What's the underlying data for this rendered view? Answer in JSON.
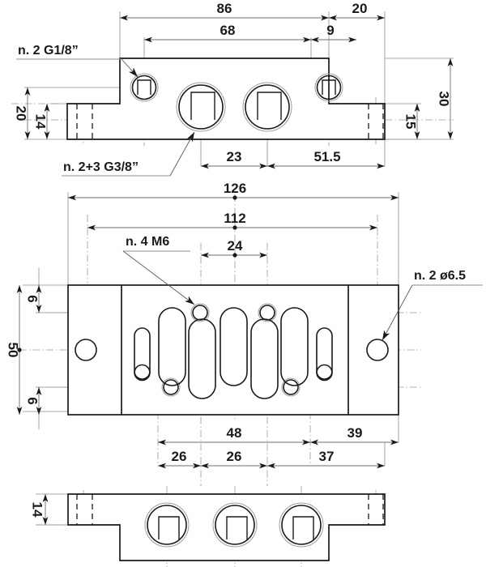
{
  "drawing": {
    "title": "Pneumatic valve sub-base technical drawing",
    "units": "mm",
    "line_color": "#1a1a1a",
    "thin_color": "#8e8e8e",
    "center_color": "#9a9a9a",
    "background": "#ffffff"
  },
  "views": {
    "front": {
      "name": "front-view",
      "dimensions": {
        "top_outer": "86",
        "top_right": "20",
        "second_row_left": "68",
        "second_row_right": "9",
        "left_outer_height": "20",
        "left_inner_height": "14",
        "right_outer_height": "30",
        "right_inner_height": "15",
        "bottom_left": "23",
        "bottom_right": "51.5"
      },
      "notes": [
        {
          "id": "note-g18",
          "label": "n. 2  G1/8”"
        },
        {
          "id": "note-g38",
          "label": "n. 2+3  G3/8”"
        }
      ]
    },
    "top": {
      "name": "top-view",
      "dimensions": {
        "overall_width": "126",
        "hole_span": "112",
        "center_span": "24",
        "upper_edge_offset": "6",
        "lower_edge_offset": "6",
        "overall_height": "50",
        "lower_left_span": "48",
        "lower_right_span": "39",
        "bottom_span_1": "26",
        "bottom_span_2": "26",
        "bottom_span_3": "37"
      },
      "notes": [
        {
          "id": "note-m6",
          "label": "n. 4  M6"
        },
        {
          "id": "note-d65",
          "label": "n. 2  ø6.5"
        }
      ]
    },
    "bottom": {
      "name": "bottom-view",
      "dimensions": {
        "height": "14"
      }
    }
  },
  "chart_data": {
    "type": "table",
    "title": "Pneumatic valve sub-base dimensioned drawing",
    "categories": [
      "86",
      "20",
      "68",
      "9",
      "20",
      "14",
      "30",
      "15",
      "23",
      "51.5",
      "126",
      "112",
      "24",
      "6",
      "50",
      "6",
      "48",
      "39",
      "26",
      "26",
      "37",
      "14"
    ],
    "values": [
      86,
      20,
      68,
      9,
      20,
      14,
      30,
      15,
      23,
      51.5,
      126,
      112,
      24,
      6,
      50,
      6,
      48,
      39,
      26,
      26,
      37,
      14
    ],
    "annotations": [
      "n. 2  G1/8”",
      "n. 2+3  G3/8”",
      "n. 4  M6",
      "n. 2  ø6.5"
    ],
    "xlabel": "",
    "ylabel": "",
    "grid": false,
    "legend": "none"
  }
}
